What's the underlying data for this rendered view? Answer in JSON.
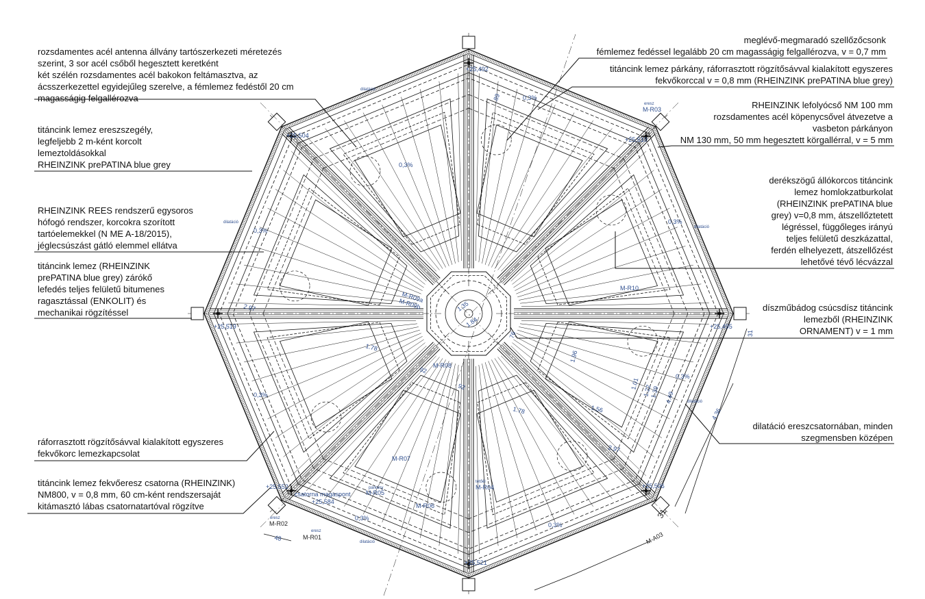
{
  "colors": {
    "line": "#111111",
    "dim": "#2f4f8f"
  },
  "notes_left": [
    {
      "lines": [
        "rozsdamentes acél antenna állvány tartószerkezeti méretezés",
        "szerint, 3 sor acél csőből hegesztett keretként",
        "két szélén rozsdamentes acél bakokon feltámasztva, az",
        "ácsszerkezettel egyidejűleg szerelve, a fémlemez fedéstől 20 cm",
        "magasságig felgallérozva"
      ]
    },
    {
      "lines": [
        "titáncink lemez ereszszegély,",
        "legfeljebb 2 m-ként korcolt",
        "lemeztoldásokkal",
        "RHEINZINK prePATINA blue grey"
      ]
    },
    {
      "lines": [
        "RHEINZINK REES rendszerű egysoros",
        "hófogó rendszer, korcokra szorított",
        "tartóelemekkel (N ME A-18/2015),",
        "jéglecsúszást gátló elemmel ellátva"
      ]
    },
    {
      "lines": [
        "titáncink lemez (RHEINZINK",
        "prePATINA blue grey) zárókő",
        "lefedés teljes felületű bitumenes",
        "ragasztással (ENKOLIT) és",
        "mechanikai rögzítéssel"
      ]
    },
    {
      "lines": [
        "ráforrasztott rögzítősávval kialakított egyszeres",
        "fekvőkorc lemezkapcsolat"
      ]
    },
    {
      "lines": [
        "titáncink lemez fekvőeresz csatorna (RHEINZINK)",
        "NM800, v = 0,8 mm, 60 cm-ként rendszersaját",
        "kitámasztó lábas csatornatartóval rögzítve"
      ]
    }
  ],
  "notes_right": [
    {
      "lines": [
        "meglévő-megmaradó szellőzőcsonk",
        "fémlemez fedéssel legalább 20 cm magasságig felgallérozva, v = 0,7 mm"
      ]
    },
    {
      "lines": [
        "titáncink lemez párkány, ráforrasztott rögzítősávval kialakított egyszeres",
        "fekvőkorccal v = 0,8 mm (RHEINZINK prePATINA blue grey)"
      ]
    },
    {
      "lines": [
        "RHEINZINK lefolyócső NM 100 mm",
        "rozsdamentes acél köpenycsővel átvezetve a",
        "vasbeton párkányon",
        "NM 130 mm, 50 mm hegesztett körgallérral, v = 5 mm"
      ]
    },
    {
      "lines": [
        "derékszögű állókorcos titáncink",
        "lemez homlokzatburkolat",
        "(RHEINZINK prePATINA blue",
        "grey) v=0,8 mm, átszellőztetett",
        "légréssel, függőleges irányú",
        "teljes felületű deszkázattal,",
        "ferdén elhelyezett, átszellőzést",
        "lehetővé tévő lécvázzal"
      ]
    },
    {
      "lines": [
        "díszműbádog csúcsdísz titáncink",
        "lemezből (RHEINZINK",
        "ORNAMENT) v = 1 mm"
      ]
    },
    {
      "lines": [
        "dilatáció ereszcsatornában, minden",
        "szegmensben középen"
      ]
    }
  ],
  "levels": [
    "+25,492",
    "+25,504",
    "+25,510",
    "+25,519",
    "+25,495",
    "+25,552",
    "+25,584",
    "+25,506",
    "+25,521"
  ],
  "marks": [
    "M-R03",
    "M-R10",
    "M-R09a",
    "M-R09b",
    "M-R08",
    "M-R07",
    "M-R05",
    "M-R06",
    "M-R04",
    "M-R02",
    "M-R01",
    "M-A03"
  ],
  "small_tags": [
    "eresz",
    "párkány",
    "tetőél",
    "csatorna magaspont",
    "dilatáció"
  ],
  "dims": [
    "48",
    "31",
    "4.36",
    "2.97",
    "1.78",
    "1.56",
    "1.96",
    "1.01",
    "1.22",
    "1.39",
    "4.49",
    "92",
    "1.35",
    "1.84",
    "76",
    ".89"
  ],
  "slope": "0,3%"
}
